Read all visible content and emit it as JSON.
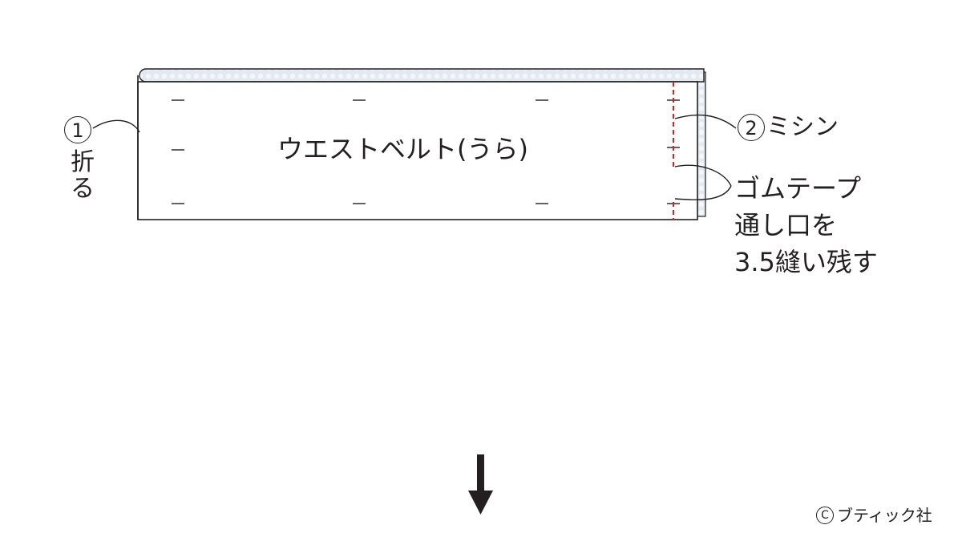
{
  "labels": {
    "fold_number": "1",
    "fold_text": "折る",
    "belt": "ウエストベルト(うら)",
    "stitch_number": "2",
    "stitch_text": "ミシン",
    "opening_line1": "ゴムテープ",
    "opening_line2": "通し口を",
    "opening_line3": "3.5縫い残す",
    "copyright_symbol": "C",
    "copyright_text": "ブティック社"
  },
  "colors": {
    "line": "#231f20",
    "stitch": "#d2232a",
    "back_fabric": "#dde6ef"
  },
  "icons": {
    "arrow": "down-arrow-icon"
  }
}
